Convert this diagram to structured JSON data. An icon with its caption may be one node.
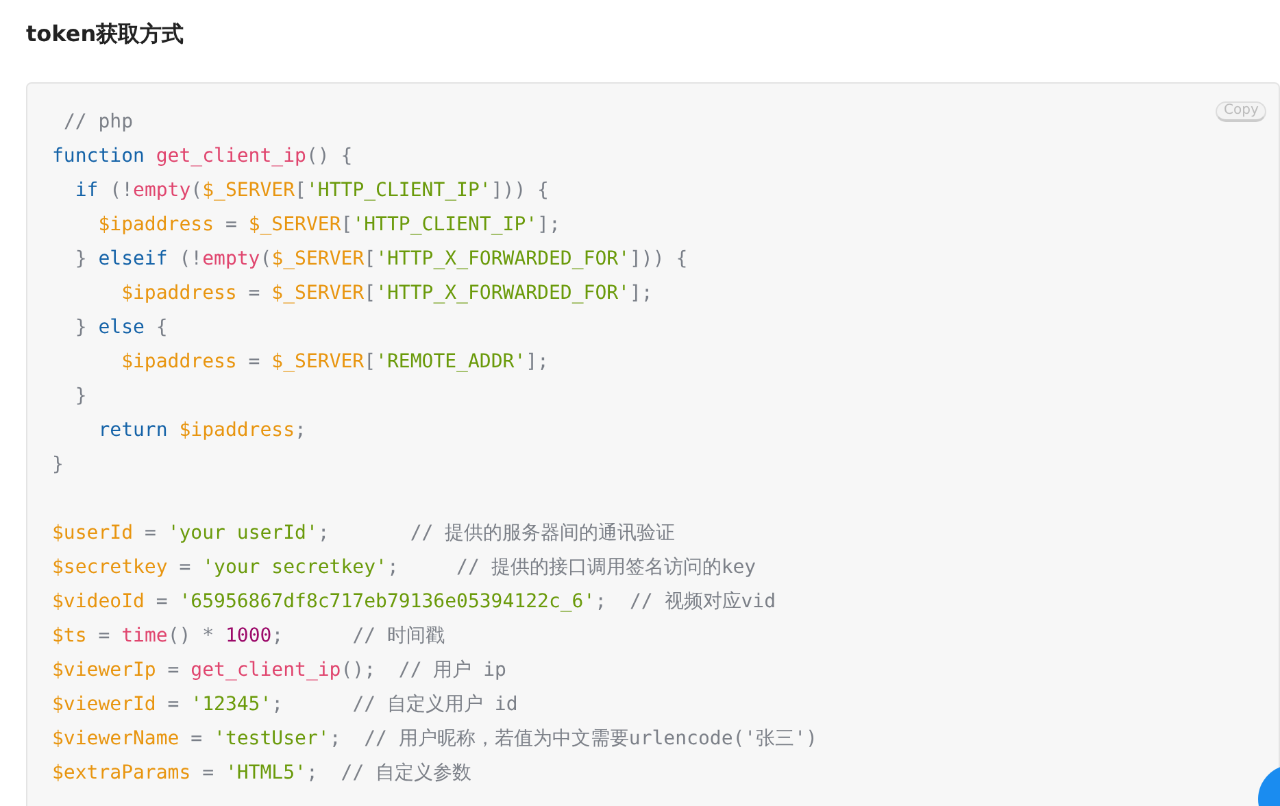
{
  "diagram": {
    "title": "token获取方式",
    "labels": [
      " // php",
      "function get_client_ip() {",
      "  if (!empty($_SERVER['HTTP_CLIENT_IP'])) {",
      "    $ipaddress = $_SERVER['HTTP_CLIENT_IP'];",
      "  } elseif (!empty($_SERVER['HTTP_X_FORWARDED_FOR'])) {",
      "      $ipaddress = $_SERVER['HTTP_X_FORWARDED_FOR'];",
      "  } else {",
      "      $ipaddress = $_SERVER['REMOTE_ADDR'];",
      "  }",
      "    return $ipaddress;",
      "}",
      "$userId = 'your userId';       // 提供的服务器间的通讯验证",
      "$secretkey = 'your secretkey';     // 提供的接口调用签名访问的key",
      "$videoId = '65956867df8c717eb79136e05394122c_6';  // 视频对应vid",
      "$ts = time() * 1000;      // 时间戳",
      "$viewerIp = get_client_ip();  // 用户 ip",
      "$viewerId = '12345';      // 自定义用户 id",
      "$viewerName = 'testUser';  // 用户昵称，若值为中文需要urlencode('张三')",
      "$extraParams = 'HTML5';  // 自定义参数",
      "Copy"
    ]
  }
}
